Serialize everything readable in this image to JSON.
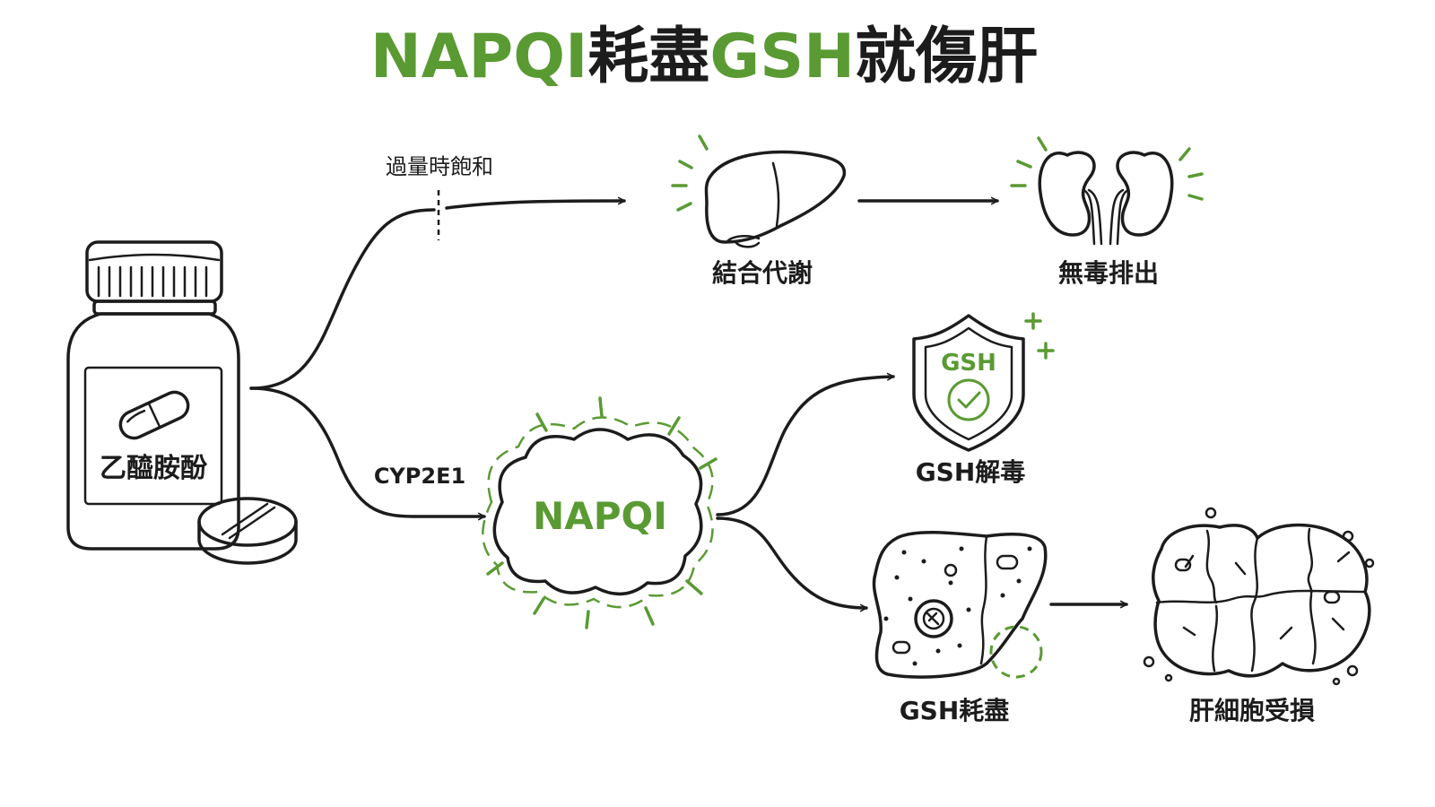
{
  "title": {
    "part1": "NAPQI",
    "part2": "耗盡",
    "part3": "GSH",
    "part4": "就傷肝"
  },
  "colors": {
    "accent_green": "#5a9a33",
    "ink": "#1c1c1c"
  },
  "nodes": {
    "drug": "乙醯胺酚",
    "conjugation": "結合代謝",
    "excretion": "無毒排出",
    "napqi": "NAPQI",
    "gsh_badge": "GSH",
    "gsh_detox": "GSH解毒",
    "gsh_depleted": "GSH耗盡",
    "cell_damage": "肝細胞受損"
  },
  "edges": {
    "saturation_label": "過量時飽和",
    "enzyme_label": "CYP2E1"
  },
  "icons": {
    "bottle": "pill-bottle-icon",
    "capsule": "capsule-icon",
    "tablet": "tablet-icon",
    "liver": "liver-icon",
    "kidneys": "kidneys-icon",
    "shield": "shield-check-icon",
    "cell": "liver-cell-icon",
    "damaged_cells": "damaged-cells-icon"
  }
}
